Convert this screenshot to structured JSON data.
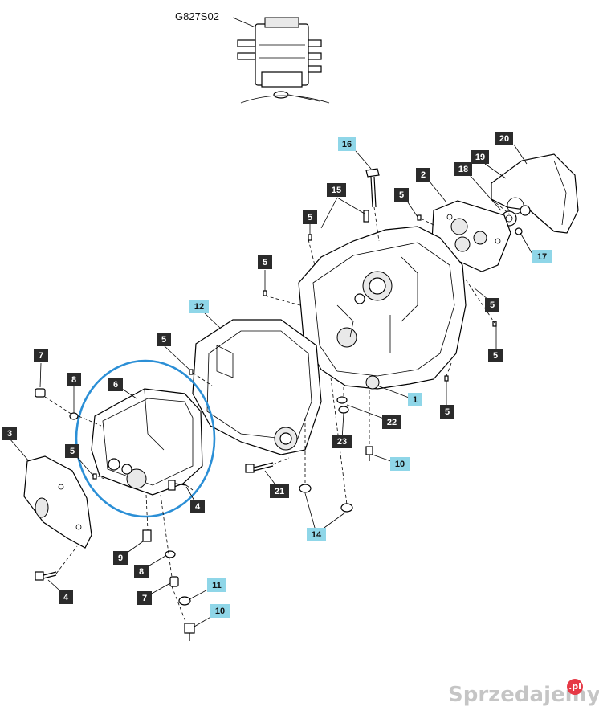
{
  "reference_code": "G827S02",
  "callouts": [
    {
      "id": "c-16",
      "text": "16",
      "style": "cyan"
    },
    {
      "id": "c-20",
      "text": "20",
      "style": "dark"
    },
    {
      "id": "c-19",
      "text": "19",
      "style": "dark"
    },
    {
      "id": "c-18",
      "text": "18",
      "style": "dark"
    },
    {
      "id": "c-2",
      "text": "2",
      "style": "dark"
    },
    {
      "id": "c-15",
      "text": "15",
      "style": "dark"
    },
    {
      "id": "c-5a",
      "text": "5",
      "style": "dark"
    },
    {
      "id": "c-5b",
      "text": "5",
      "style": "dark"
    },
    {
      "id": "c-17",
      "text": "17",
      "style": "cyan"
    },
    {
      "id": "c-5c",
      "text": "5",
      "style": "dark"
    },
    {
      "id": "c-5d",
      "text": "5",
      "style": "dark"
    },
    {
      "id": "c-12",
      "text": "12",
      "style": "cyan"
    },
    {
      "id": "c-5e",
      "text": "5",
      "style": "dark"
    },
    {
      "id": "c-5f",
      "text": "5",
      "style": "dark"
    },
    {
      "id": "c-7a",
      "text": "7",
      "style": "dark"
    },
    {
      "id": "c-8a",
      "text": "8",
      "style": "dark"
    },
    {
      "id": "c-6",
      "text": "6",
      "style": "dark"
    },
    {
      "id": "c-1",
      "text": "1",
      "style": "cyan"
    },
    {
      "id": "c-5g",
      "text": "5",
      "style": "dark"
    },
    {
      "id": "c-3",
      "text": "3",
      "style": "dark"
    },
    {
      "id": "c-5h",
      "text": "5",
      "style": "dark"
    },
    {
      "id": "c-22",
      "text": "22",
      "style": "dark"
    },
    {
      "id": "c-23",
      "text": "23",
      "style": "dark"
    },
    {
      "id": "c-10a",
      "text": "10",
      "style": "cyan"
    },
    {
      "id": "c-21",
      "text": "21",
      "style": "dark"
    },
    {
      "id": "c-4a",
      "text": "4",
      "style": "dark"
    },
    {
      "id": "c-14",
      "text": "14",
      "style": "cyan"
    },
    {
      "id": "c-9",
      "text": "9",
      "style": "dark"
    },
    {
      "id": "c-8b",
      "text": "8",
      "style": "dark"
    },
    {
      "id": "c-11",
      "text": "11",
      "style": "cyan"
    },
    {
      "id": "c-7b",
      "text": "7",
      "style": "dark"
    },
    {
      "id": "c-4b",
      "text": "4",
      "style": "dark"
    },
    {
      "id": "c-10b",
      "text": "10",
      "style": "cyan"
    }
  ],
  "colors": {
    "callout_dark": "#2b2b2b",
    "callout_cyan": "#8fd6e8",
    "highlight_circle": "#2b8fd6",
    "line": "#000000"
  },
  "watermark": {
    "text": "Sprzedajemy",
    "badge": ".pl"
  }
}
